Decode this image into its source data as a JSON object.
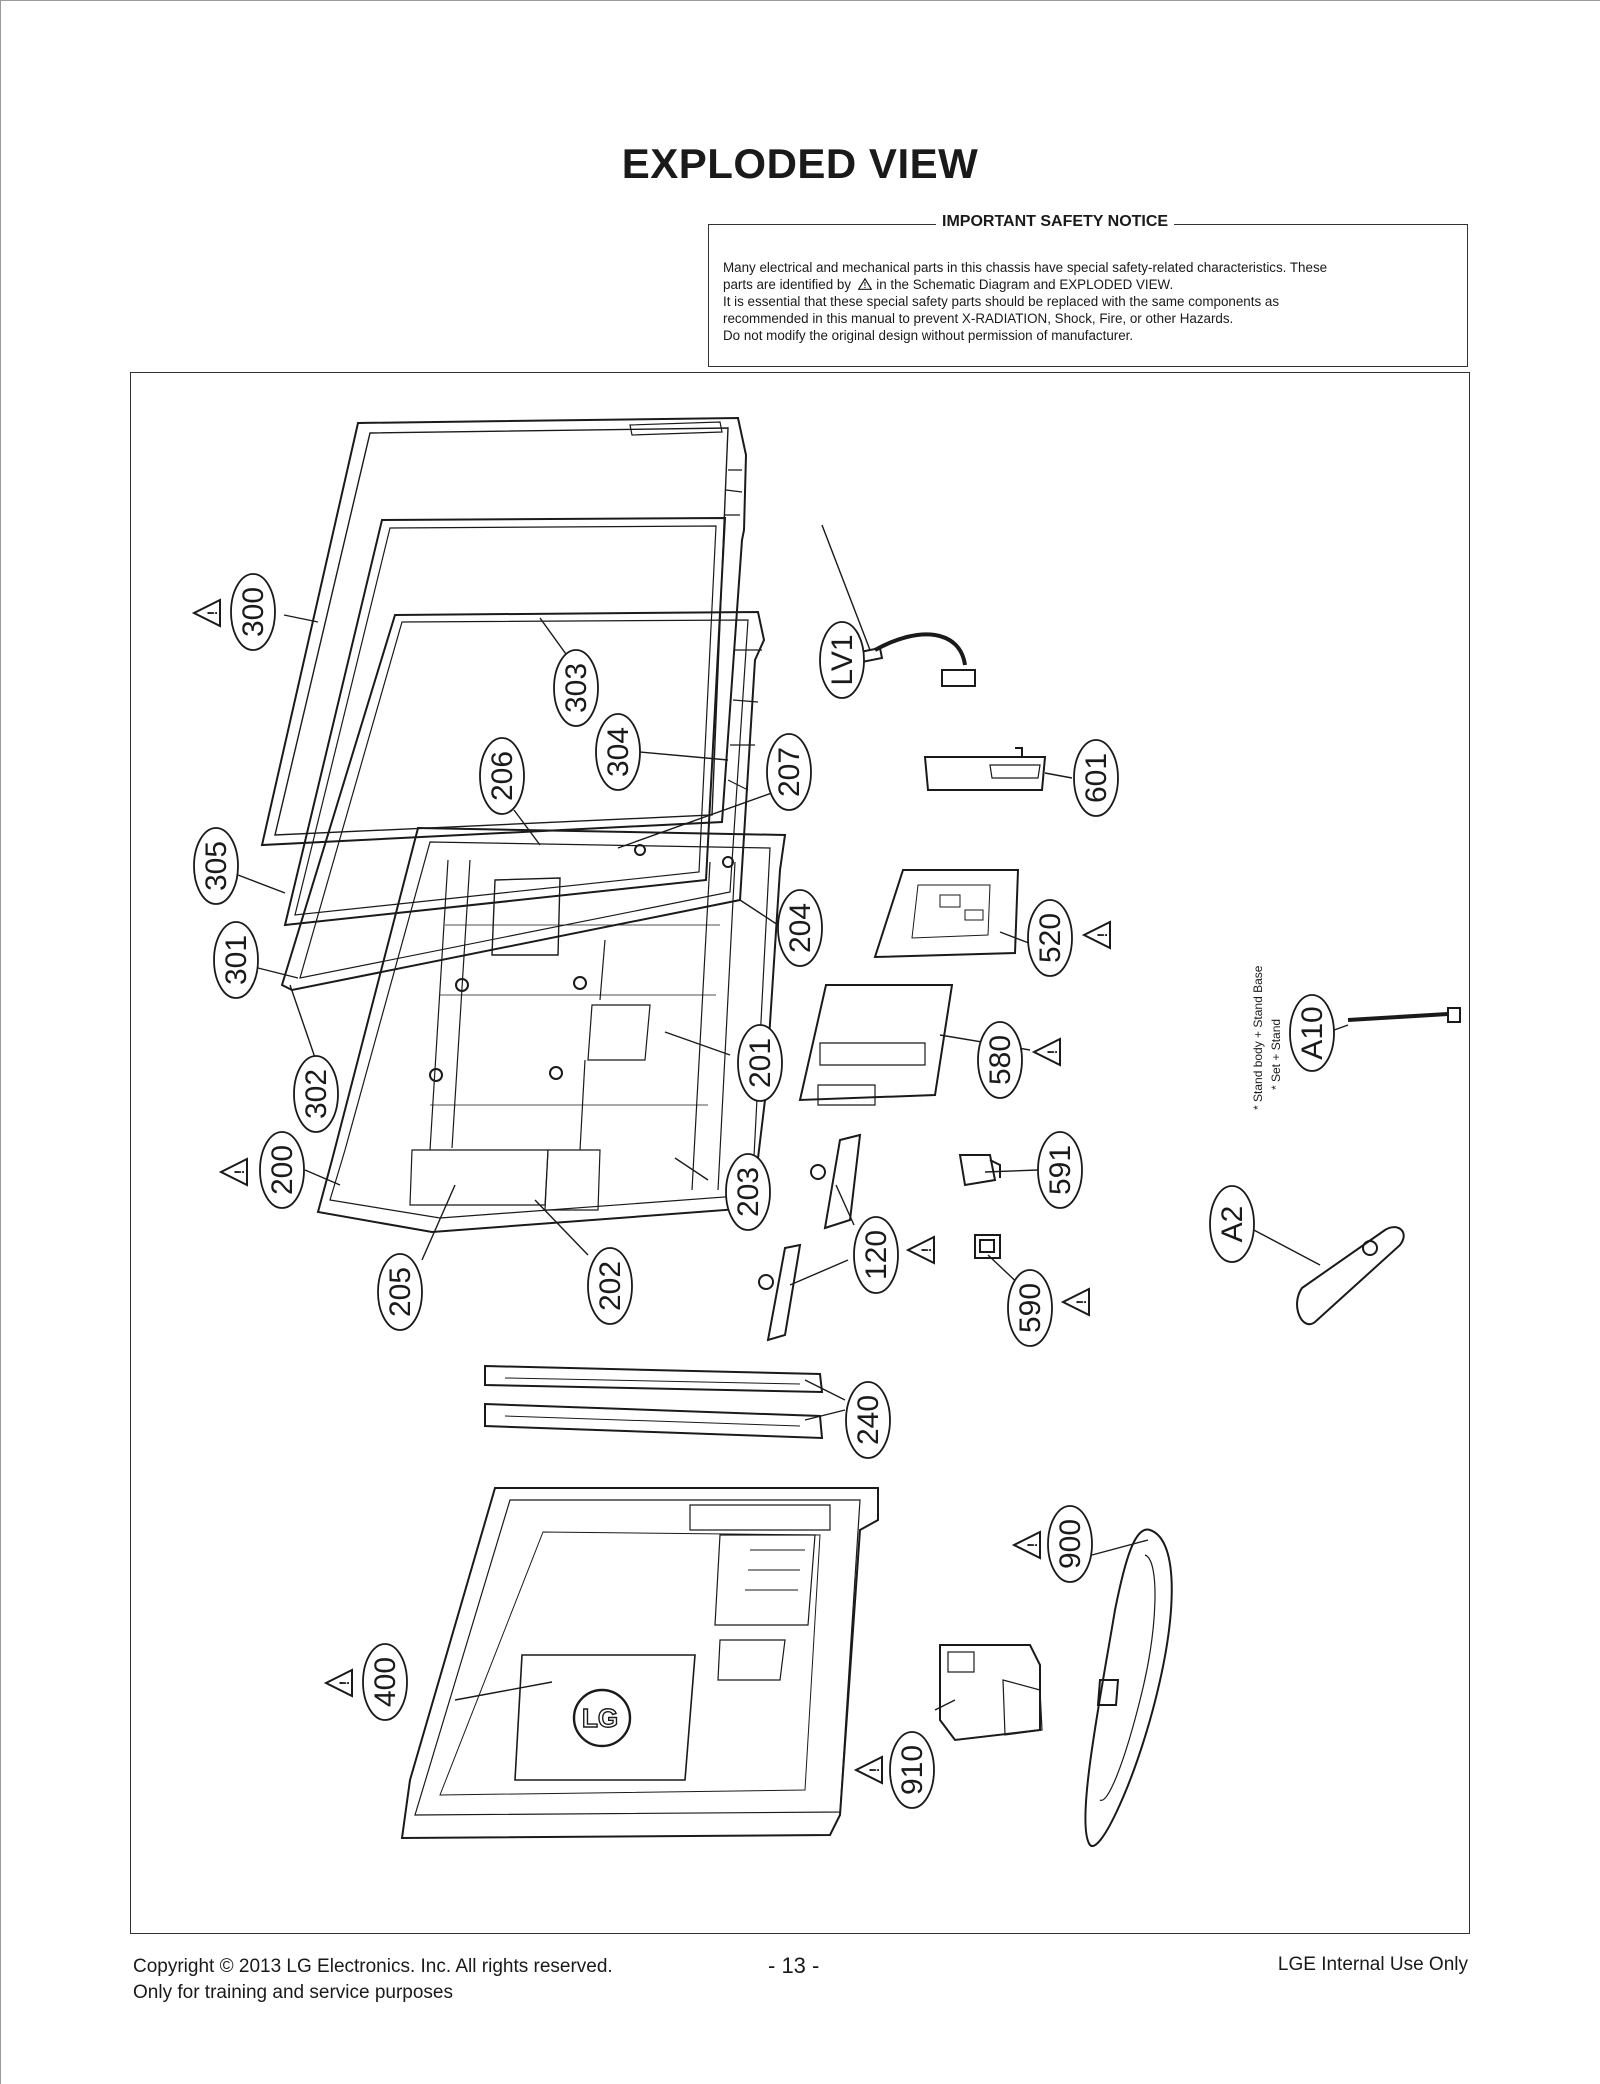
{
  "page": {
    "title": "EXPLODED VIEW",
    "page_number": "- 13 -"
  },
  "notice": {
    "title": "IMPORTANT SAFETY NOTICE",
    "line1": "Many electrical and mechanical parts in this chassis have special safety-related characteristics. These",
    "line2a": "parts are identified by",
    "line2b": "in the Schematic Diagram and EXPLODED VIEW.",
    "line3": "It is essential that these special safety parts should be replaced with the same components as",
    "line4": "recommended in this manual to prevent X-RADIATION, Shock, Fire, or other Hazards.",
    "line5": "Do not modify the original design without permission of manufacturer."
  },
  "diagram": {
    "parts": [
      {
        "label": "300",
        "safety": true
      },
      {
        "label": "303",
        "safety": false
      },
      {
        "label": "304",
        "safety": false
      },
      {
        "label": "206",
        "safety": false
      },
      {
        "label": "207",
        "safety": false
      },
      {
        "label": "LV1",
        "safety": false
      },
      {
        "label": "601",
        "safety": false
      },
      {
        "label": "305",
        "safety": false
      },
      {
        "label": "301",
        "safety": false
      },
      {
        "label": "302",
        "safety": false
      },
      {
        "label": "204",
        "safety": false
      },
      {
        "label": "520",
        "safety": true
      },
      {
        "label": "201",
        "safety": false
      },
      {
        "label": "580",
        "safety": true
      },
      {
        "label": "A10",
        "safety": false
      },
      {
        "label": "200",
        "safety": true
      },
      {
        "label": "203",
        "safety": false
      },
      {
        "label": "591",
        "safety": false
      },
      {
        "label": "205",
        "safety": false
      },
      {
        "label": "202",
        "safety": false
      },
      {
        "label": "120",
        "safety": true
      },
      {
        "label": "590",
        "safety": true
      },
      {
        "label": "A2",
        "safety": false
      },
      {
        "label": "240",
        "safety": false
      },
      {
        "label": "900",
        "safety": true
      },
      {
        "label": "400",
        "safety": true
      },
      {
        "label": "910",
        "safety": true
      }
    ],
    "stand_note_1": "* Stand body + Stand Base",
    "stand_note_2": "* Set + Stand"
  },
  "footer": {
    "copyright": "Copyright  © 2013 LG Electronics. Inc. All rights reserved.",
    "training": "Only for training and service purposes",
    "internal": "LGE Internal Use Only"
  }
}
